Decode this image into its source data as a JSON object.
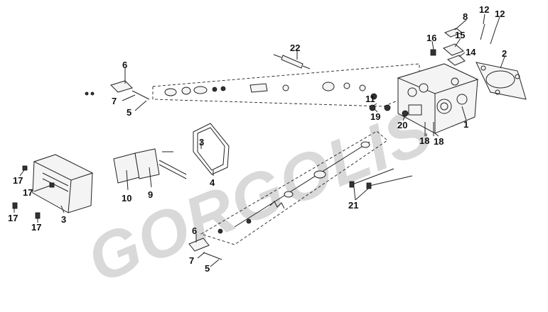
{
  "watermark": "GORGOLIS",
  "labels": [
    {
      "id": "p1",
      "text": "1"
    },
    {
      "id": "p2",
      "text": "2"
    },
    {
      "id": "p3a",
      "text": "3"
    },
    {
      "id": "p3b",
      "text": "3"
    },
    {
      "id": "p4",
      "text": "4"
    },
    {
      "id": "p5a",
      "text": "5"
    },
    {
      "id": "p5b",
      "text": "5"
    },
    {
      "id": "p6a",
      "text": "6"
    },
    {
      "id": "p6b",
      "text": "6"
    },
    {
      "id": "p7a",
      "text": "7"
    },
    {
      "id": "p7b",
      "text": "7"
    },
    {
      "id": "p8",
      "text": "8"
    },
    {
      "id": "p9",
      "text": "9"
    },
    {
      "id": "p10",
      "text": "10"
    },
    {
      "id": "p11",
      "text": "11"
    },
    {
      "id": "p12a",
      "text": "12"
    },
    {
      "id": "p12b",
      "text": "12"
    },
    {
      "id": "p14",
      "text": "14"
    },
    {
      "id": "p15",
      "text": "15"
    },
    {
      "id": "p16",
      "text": "16"
    },
    {
      "id": "p17a",
      "text": "17"
    },
    {
      "id": "p17b",
      "text": "17"
    },
    {
      "id": "p17c",
      "text": "17"
    },
    {
      "id": "p17d",
      "text": "17"
    },
    {
      "id": "p18a",
      "text": "18"
    },
    {
      "id": "p18b",
      "text": "18"
    },
    {
      "id": "p19",
      "text": "19"
    },
    {
      "id": "p20",
      "text": "20"
    },
    {
      "id": "p21",
      "text": "21"
    },
    {
      "id": "p22",
      "text": "22"
    }
  ]
}
